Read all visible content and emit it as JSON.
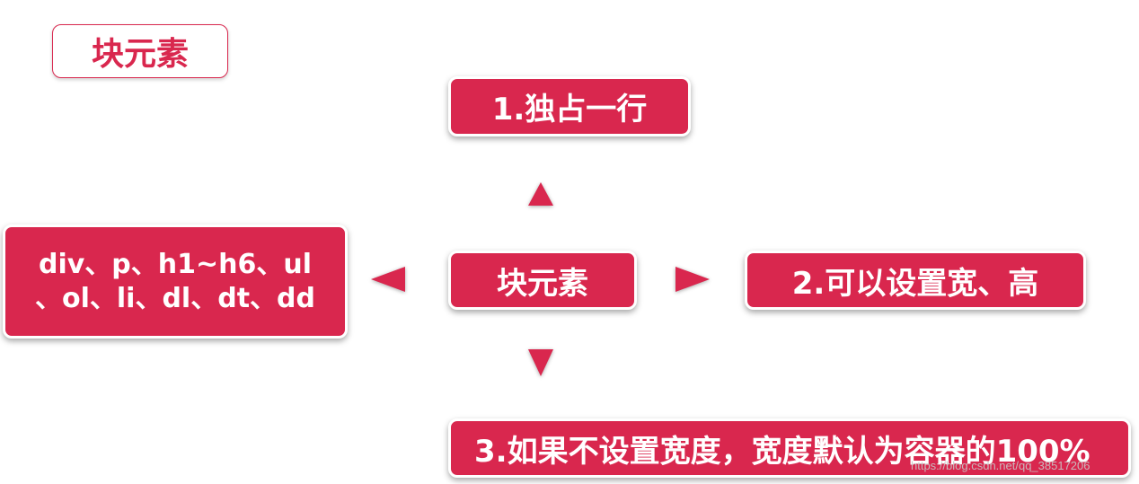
{
  "title": "块元素",
  "nodes": {
    "top": "1.独占一行",
    "center": "块元素",
    "right": "2.可以设置宽、高",
    "left": {
      "line1": "div、p、h1~h6、ul",
      "line2": "、ol、li、dl、dt、dd"
    },
    "bottom": "3.如果不设置宽度，宽度默认为容器的100%"
  },
  "watermark": "https://blog.csdn.net/qq_38517206",
  "colors": {
    "accent": "#d9274e",
    "text_on_accent": "#ffffff"
  }
}
